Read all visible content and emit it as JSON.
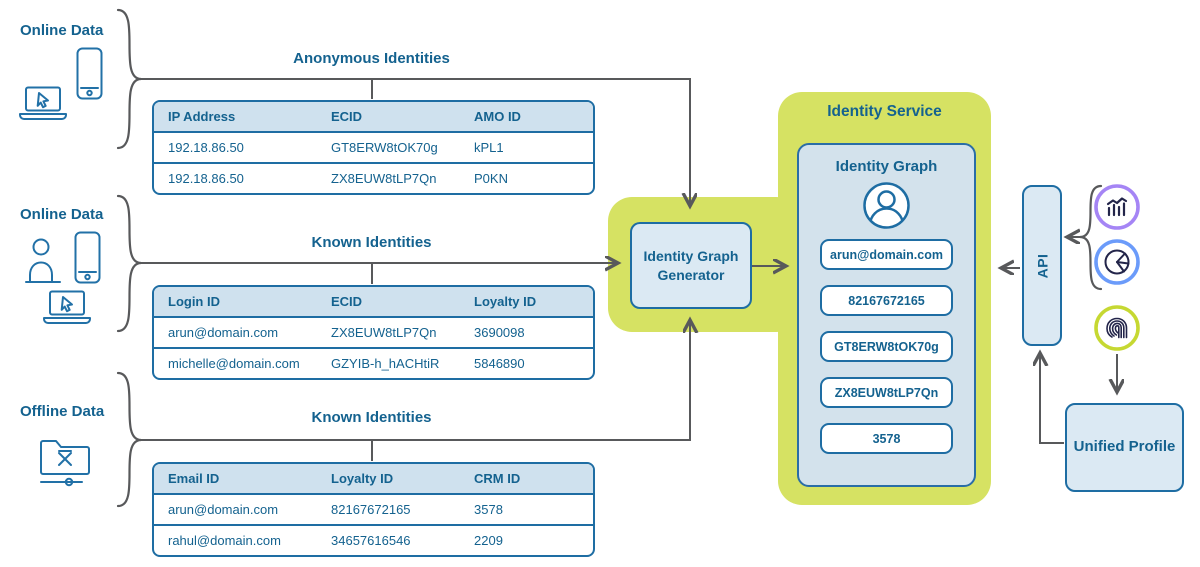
{
  "sources": [
    {
      "label": "Online Data",
      "icons": [
        "laptop-cursor-icon",
        "mobile-icon"
      ],
      "table": {
        "title": "Anonymous Identities",
        "headers": [
          "IP Address",
          "ECID",
          "AMO ID"
        ],
        "rows": [
          [
            "192.18.86.50",
            "GT8ERW8tOK70g",
            "kPL1"
          ],
          [
            "192.18.86.50",
            "ZX8EUW8tLP7Qn",
            "P0KN"
          ]
        ]
      }
    },
    {
      "label": "Online Data",
      "icons": [
        "person-icon",
        "mobile-icon",
        "laptop-cursor-icon"
      ],
      "table": {
        "title": "Known Identities",
        "headers": [
          "Login ID",
          "ECID",
          "Loyalty ID"
        ],
        "rows": [
          [
            "arun@domain.com",
            "ZX8EUW8tLP7Qn",
            "3690098"
          ],
          [
            "michelle@domain.com",
            "GZYIB-h_hACHtiR",
            "5846890"
          ]
        ]
      }
    },
    {
      "label": "Offline Data",
      "icons": [
        "offline-folder-icon"
      ],
      "table": {
        "title": "Known Identities",
        "headers": [
          "Email ID",
          "Loyalty ID",
          "CRM ID"
        ],
        "rows": [
          [
            "arun@domain.com",
            "82167672165",
            "3578"
          ],
          [
            "rahul@domain.com",
            "34657616546",
            "2209"
          ]
        ]
      }
    }
  ],
  "generator": {
    "label": "Identity Graph Generator"
  },
  "identity_service": {
    "title": "Identity Service",
    "graph": {
      "title": "Identity Graph",
      "identities": [
        "arun@domain.com",
        "82167672165",
        "GT8ERW8tOK70g",
        "ZX8EUW8tLP7Qn",
        "3578"
      ]
    }
  },
  "api": {
    "label": "API"
  },
  "unified_profile": {
    "label": "Unified Profile"
  },
  "icons": {
    "graph_avatar": "user-avatar-icon",
    "consumer_top": "bar-chart-icon",
    "consumer_middle": "pie-chart-icon",
    "platform_brand": "brand-swirl-icon"
  },
  "colors": {
    "accent_green": "#d6e263",
    "box_fill": "#dbe9f3",
    "box_border": "#1e6da3",
    "text_blue": "#14628f",
    "table_header_fill": "#cfe1ee",
    "line_gray": "#58595b",
    "ring_purple": "#a585f5",
    "ring_blue": "#6b9bfa",
    "ring_lime": "#c6d832",
    "glyph_navy": "#23254a"
  }
}
